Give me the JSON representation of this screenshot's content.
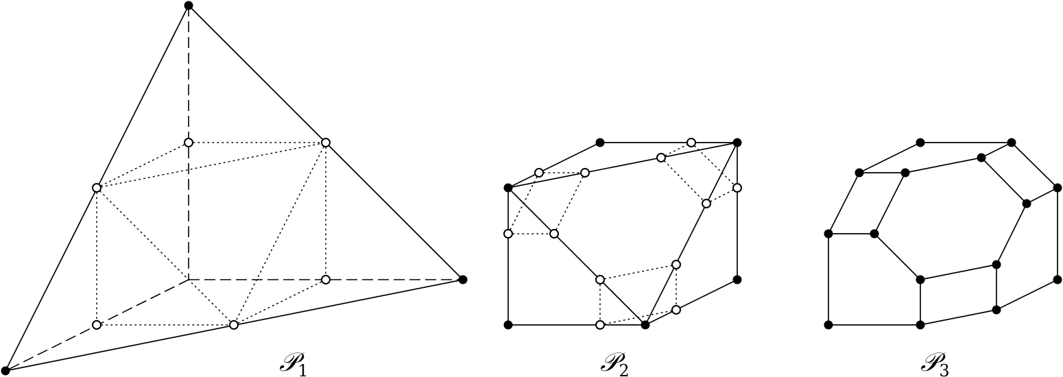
{
  "figures": [
    {
      "id": "p1",
      "label_main": "𝒫",
      "label_sub": "1"
    },
    {
      "id": "p2",
      "label_main": "𝒫",
      "label_sub": "2"
    },
    {
      "id": "p3",
      "label_main": "𝒫",
      "label_sub": "3"
    }
  ]
}
